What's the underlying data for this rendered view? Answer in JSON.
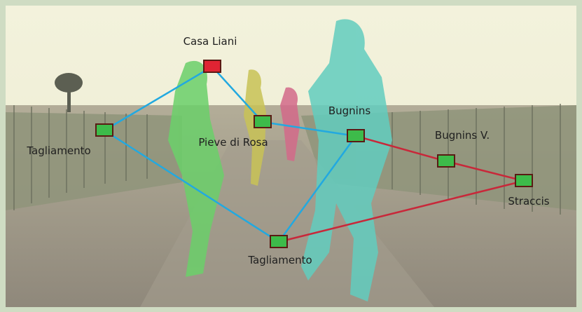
{
  "map": {
    "nodes": [
      {
        "id": "casa-liani",
        "label": "Casa Liani",
        "status": "red"
      },
      {
        "id": "tagliamento-west",
        "label": "Tagliamento",
        "status": "green"
      },
      {
        "id": "pieve-di-rosa",
        "label": "Pieve di Rosa",
        "status": "green"
      },
      {
        "id": "bugnins",
        "label": "Bugnins",
        "status": "green"
      },
      {
        "id": "bugnins-v",
        "label": "Bugnins V.",
        "status": "green"
      },
      {
        "id": "straccis",
        "label": "Straccis",
        "status": "green"
      },
      {
        "id": "tagliamento-south",
        "label": "Tagliamento",
        "status": "green"
      }
    ],
    "routes": [
      {
        "from": "casa-liani",
        "to": "tagliamento-west",
        "line": "blue"
      },
      {
        "from": "casa-liani",
        "to": "pieve-di-rosa",
        "line": "blue"
      },
      {
        "from": "pieve-di-rosa",
        "to": "bugnins",
        "line": "blue"
      },
      {
        "from": "tagliamento-west",
        "to": "tagliamento-south",
        "line": "blue"
      },
      {
        "from": "bugnins",
        "to": "tagliamento-south",
        "line": "blue"
      },
      {
        "from": "bugnins",
        "to": "bugnins-v",
        "line": "red"
      },
      {
        "from": "bugnins-v",
        "to": "straccis",
        "line": "red"
      },
      {
        "from": "straccis",
        "to": "tagliamento-south",
        "line": "red"
      }
    ],
    "colors": {
      "blue_line": "#22a9e0",
      "red_line": "#c8283a",
      "green_node": "#3dbb4a",
      "red_node": "#e02433",
      "node_border": "#5a1a14"
    }
  }
}
